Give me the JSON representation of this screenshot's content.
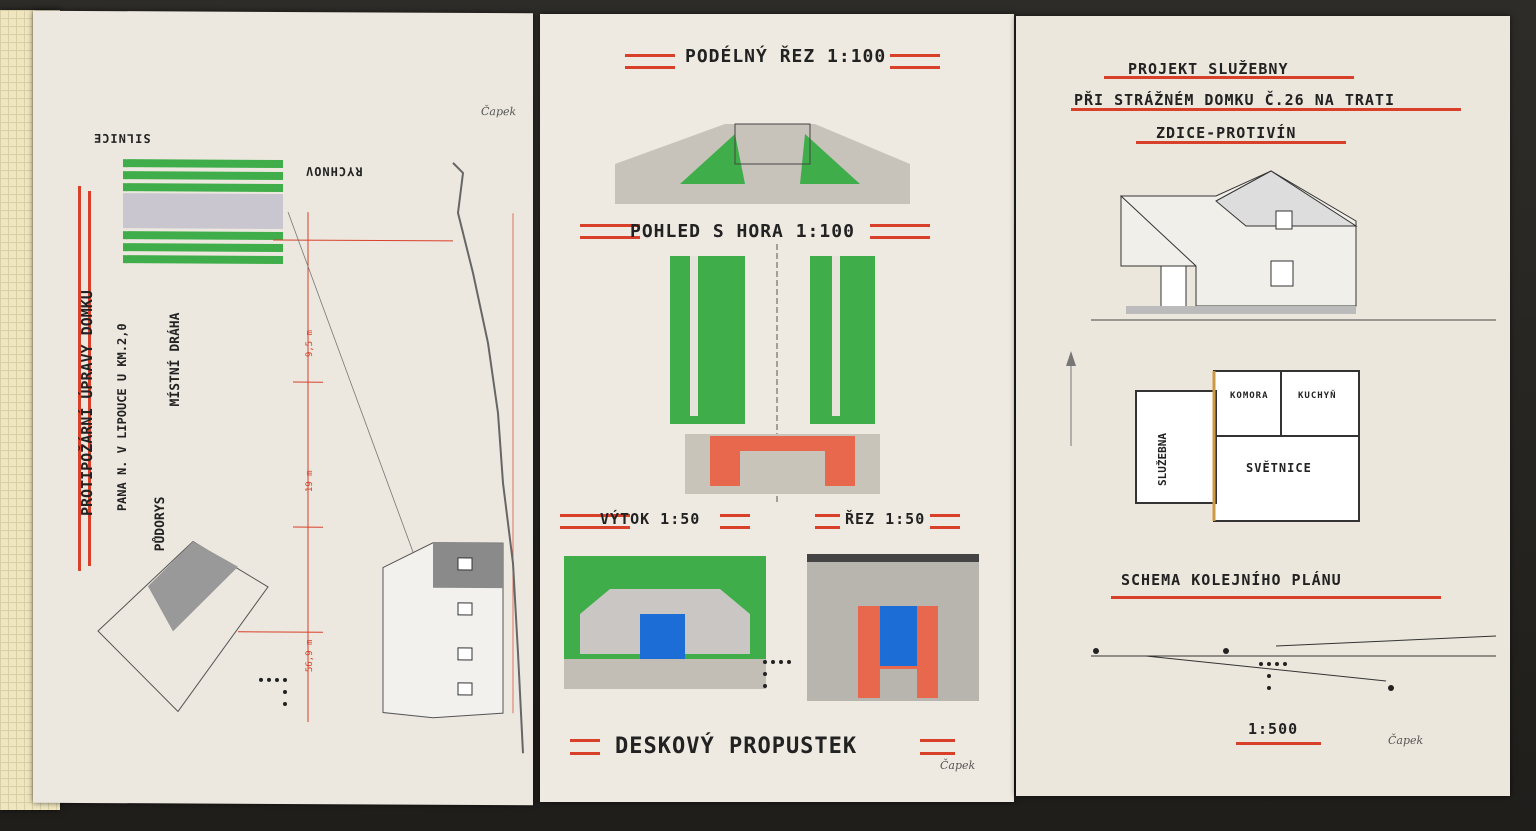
{
  "sheet1": {
    "title": "PROTIPOŽÁRNÍ ÚPRAVY DOMKU",
    "subtitle": "PANA N. V LIPOUCE U KM.2,0",
    "label_pudorys": "PŮDORYS",
    "label_draha": "MÍSTNÍ DRÁHA",
    "label_silnice": "SILNICE",
    "label_rychnov": "RYCHNOV",
    "dim_95": "9,5 m",
    "dim_19": "19 m",
    "dim_569": "56,9 m",
    "signature": "Čapek"
  },
  "sheet2": {
    "title_longitudinal": "PODÉLNÝ ŘEZ 1:100",
    "title_top": "POHLED S HORA 1:100",
    "title_outlet": "VÝTOK 1:50",
    "title_section": "ŘEZ 1:50",
    "title_main": "DESKOVÝ PROPUSTEK",
    "signature": "Čapek"
  },
  "sheet3": {
    "title_line1": "PROJEKT SLUŽEBNY",
    "title_line2": "PŘI STRÁŽNÉM DOMKU Č.26 NA TRATI",
    "title_line3": "ZDICE-PROTIVÍN",
    "room_kitchen": "KUCHYŇ",
    "room_pantry": "KOMORA",
    "room_office": "SLUŽEBNA",
    "room_living": "SVĚTNICE",
    "title_track": "SCHEMA KOLEJNÍHO PLÁNU",
    "scale": "1:500",
    "signature": "Čapek"
  },
  "colors": {
    "accent_red": "#d9402a",
    "green": "#3fae4a",
    "blue": "#1c6ed6",
    "paper": "#ece8df"
  }
}
